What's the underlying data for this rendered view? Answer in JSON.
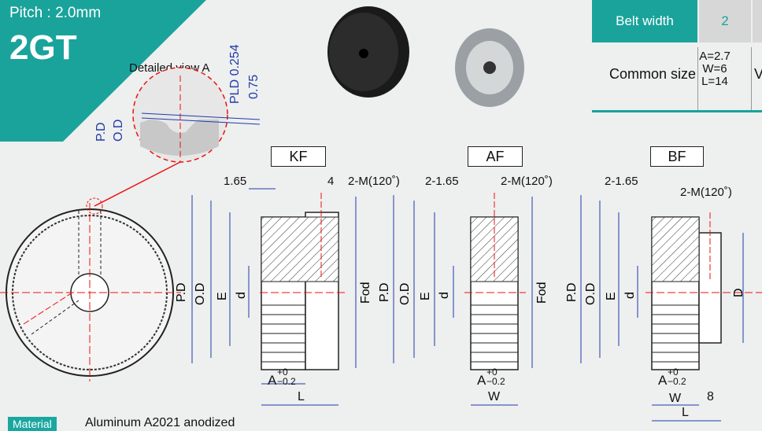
{
  "header": {
    "pitch_label": "Pitch : 2.0mm",
    "series": "2GT",
    "banner_color": "#1aa39b"
  },
  "detail": {
    "title": "Detailed view A",
    "pld": "PLD 0.254",
    "depth": "0.75",
    "pd": "P.D",
    "od": "O.D"
  },
  "spec_table": {
    "belt_width_label": "Belt width",
    "belt_width_value": "2",
    "common_size_label": "Common size",
    "values": [
      "A=2.7",
      "W=6",
      "L=14"
    ],
    "next_cell_fragment": "V",
    "header_color": "#1aa39b"
  },
  "drawings": {
    "kf": {
      "title": "KF",
      "dim_165": "1.65",
      "dim_4": "4",
      "tap": "2-M(120˚)",
      "labels": [
        "P.D",
        "O.D",
        "E",
        "d",
        "Fod"
      ],
      "a_tol": "A",
      "tol_plus": "+0",
      "tol_minus": "−0.2",
      "l": "L"
    },
    "af": {
      "title": "AF",
      "dim_165": "2-1.65",
      "tap": "2-M(120˚)",
      "labels": [
        "P.D",
        "O.D",
        "E",
        "d",
        "Fod"
      ],
      "a_tol": "A",
      "tol_plus": "+0",
      "tol_minus": "−0.2",
      "w": "W"
    },
    "bf": {
      "title": "BF",
      "dim_165": "2-1.65",
      "tap": "2-M(120˚)",
      "labels": [
        "P.D",
        "O.D",
        "E",
        "d",
        "D"
      ],
      "a_tol": "A",
      "tol_plus": "+0",
      "tol_minus": "−0.2",
      "w": "W",
      "dim_8": "8",
      "l": "L"
    }
  },
  "material": {
    "label": "Material",
    "text": "Aluminum A2021 anodized"
  }
}
